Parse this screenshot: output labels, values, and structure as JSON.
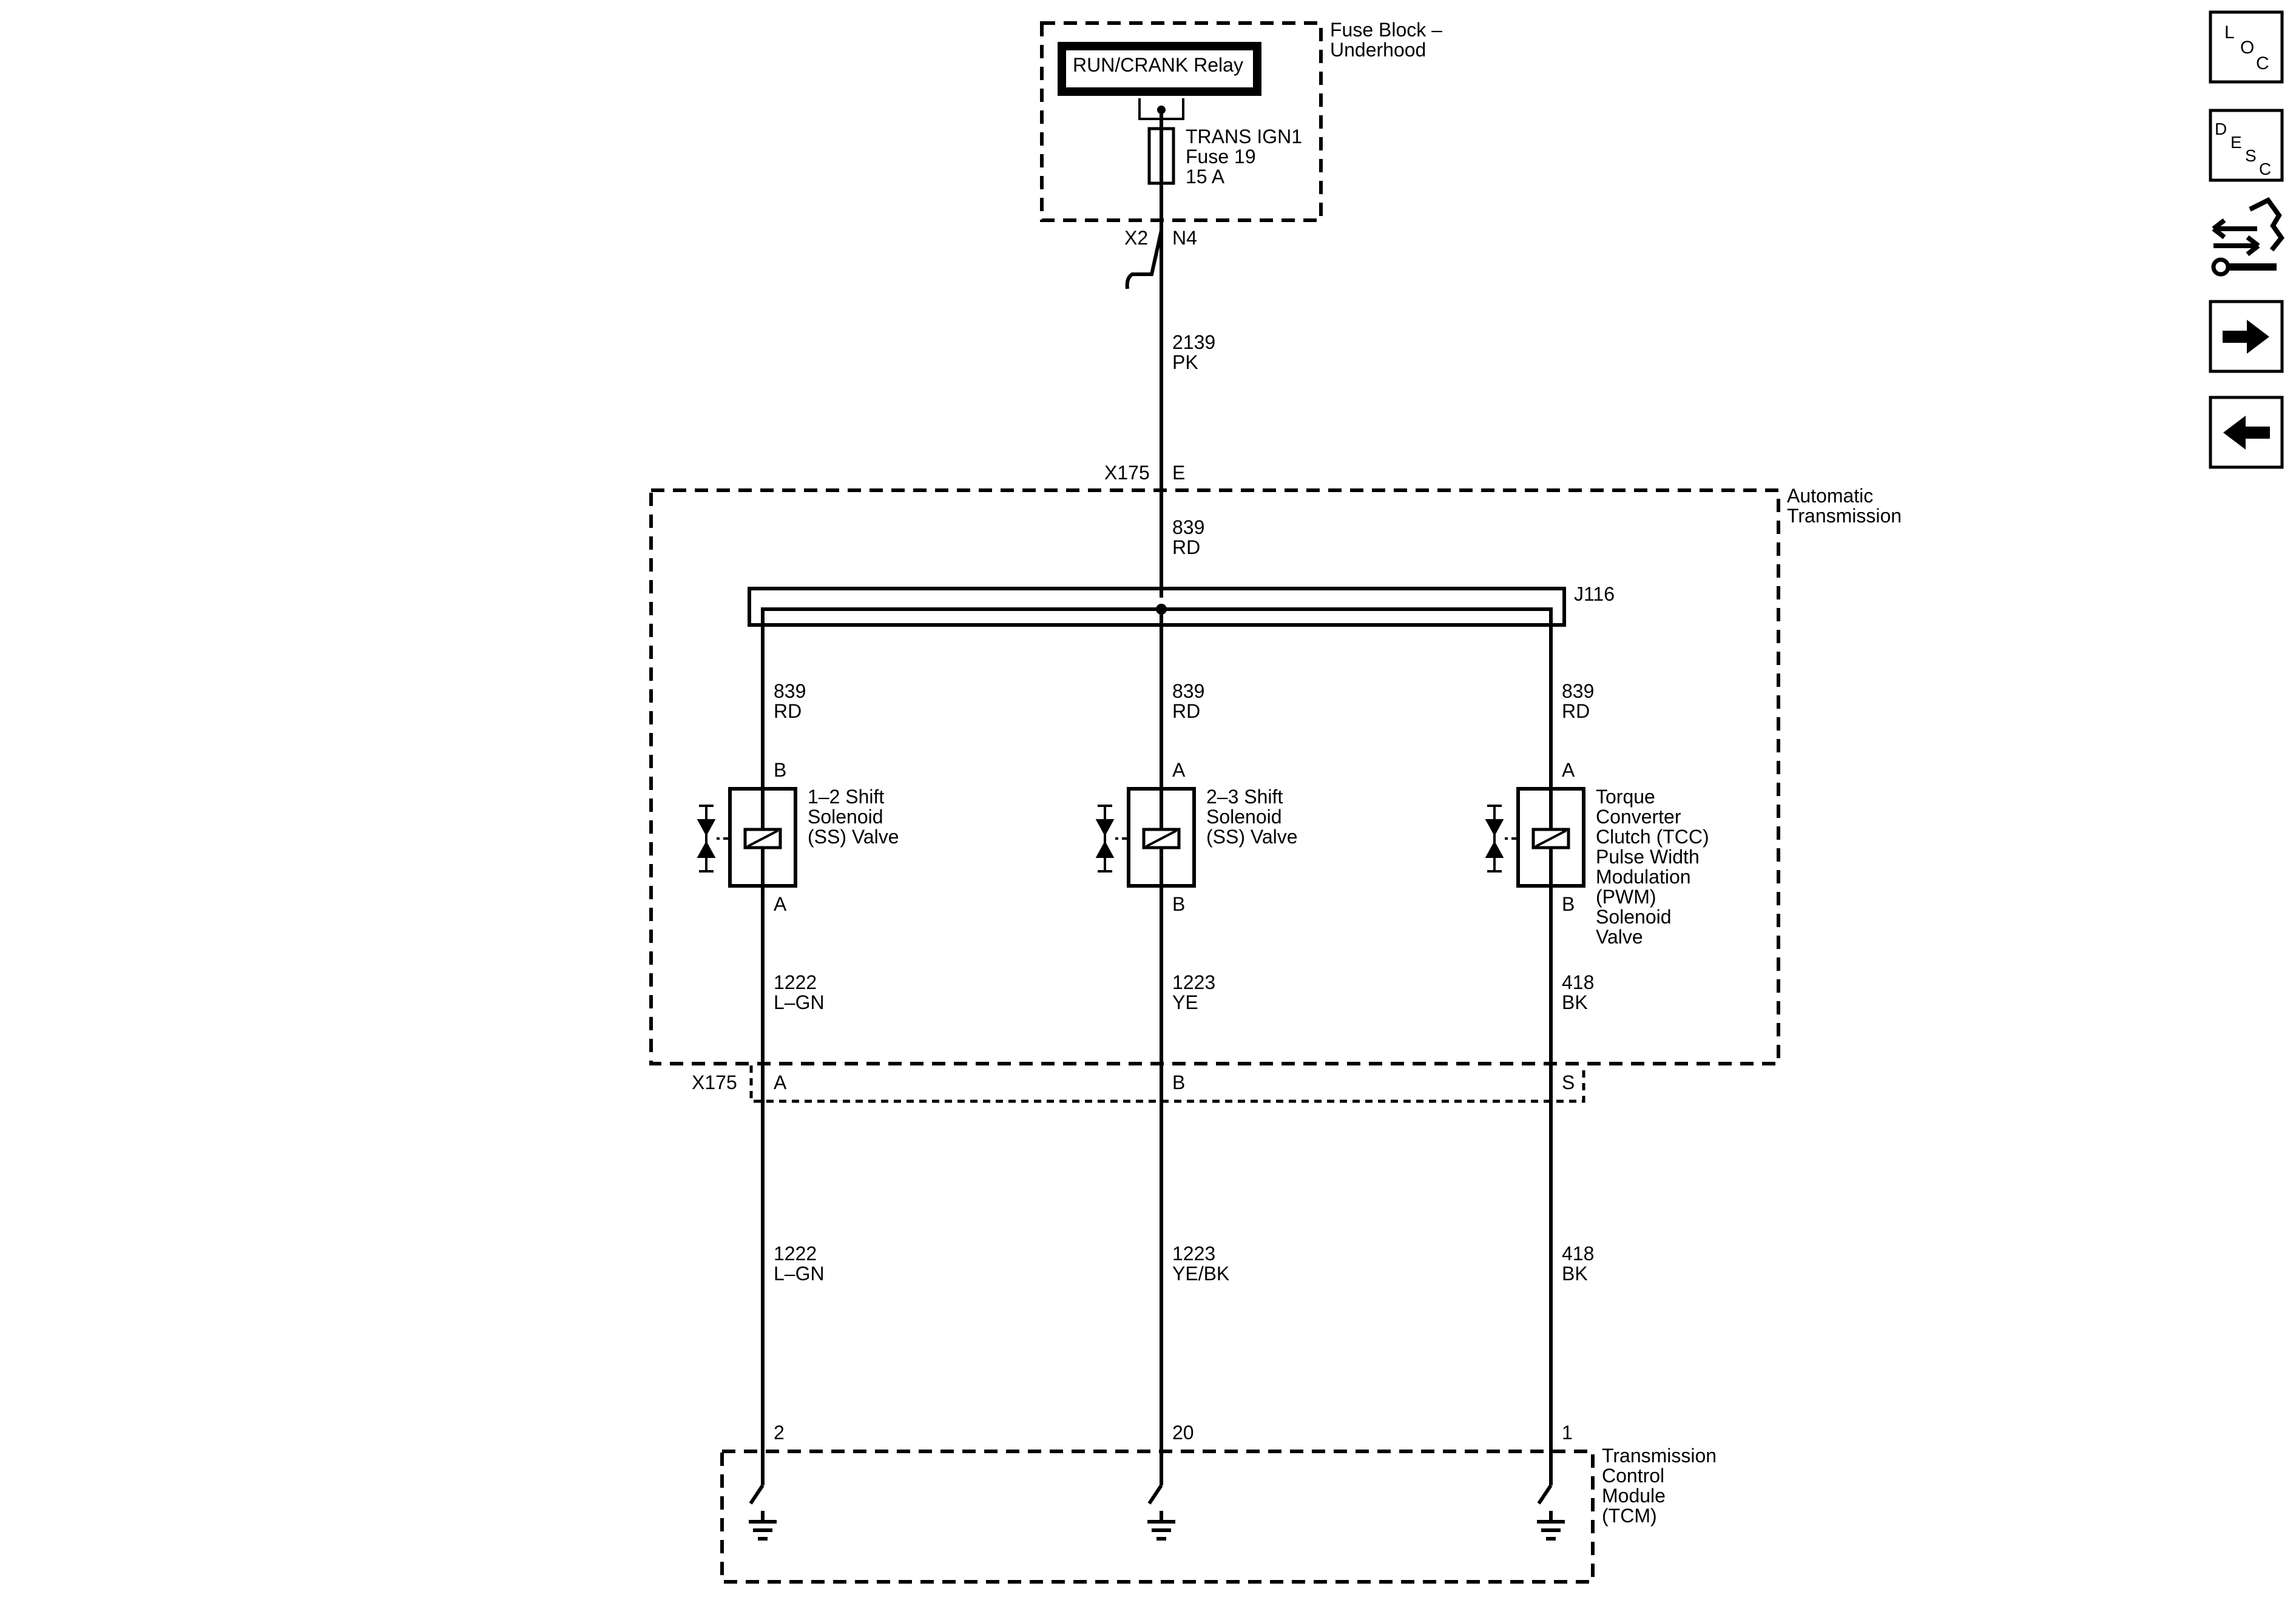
{
  "colors": {
    "line": "#000000",
    "background": "#ffffff"
  },
  "fuse_block": {
    "title": [
      "Fuse Block –",
      "Underhood"
    ],
    "relay_label": "RUN/CRANK Relay",
    "fuse_label": [
      "TRANS IGN1",
      "Fuse 19",
      "15 A"
    ],
    "connector": "X2",
    "pin": "N4"
  },
  "wires": {
    "feed": [
      "2139",
      "PK"
    ],
    "trans_in": [
      "839",
      "RD"
    ],
    "branch_left": [
      "839",
      "RD"
    ],
    "branch_mid": [
      "839",
      "RD"
    ],
    "branch_right": [
      "839",
      "RD"
    ],
    "sol_left_out": [
      "1222",
      "L–GN"
    ],
    "sol_mid_out": [
      "1223",
      "YE"
    ],
    "sol_right_out": [
      "418",
      "BK"
    ],
    "tcm_left": [
      "1222",
      "L–GN"
    ],
    "tcm_mid": [
      "1223",
      "YE/BK"
    ],
    "tcm_right": [
      "418",
      "BK"
    ]
  },
  "connector_top": {
    "name": "X175",
    "pin": "E"
  },
  "splice": "J116",
  "automatic_transmission": {
    "title": [
      "Automatic",
      "Transmission"
    ]
  },
  "solenoids": [
    {
      "label": [
        "1–2 Shift",
        "Solenoid",
        "(SS) Valve"
      ],
      "pin_top": "B",
      "pin_bottom": "A"
    },
    {
      "label": [
        "2–3 Shift",
        "Solenoid",
        "(SS) Valve"
      ],
      "pin_top": "A",
      "pin_bottom": "B"
    },
    {
      "label": [
        "Torque",
        "Converter",
        "Clutch (TCC)",
        "Pulse Width",
        "Modulation",
        "(PWM)",
        "Solenoid",
        "Valve"
      ],
      "pin_top": "A",
      "pin_bottom": "B"
    }
  ],
  "connector_bottom": {
    "name": "X175",
    "pins": [
      "A",
      "B",
      "S"
    ]
  },
  "tcm": {
    "title": [
      "Transmission",
      "Control",
      "Module",
      "(TCM)"
    ],
    "pins": [
      "2",
      "20",
      "1"
    ]
  },
  "nav": {
    "loc": [
      "L",
      "O",
      "C"
    ],
    "desc": [
      "D",
      "E",
      "S",
      "C"
    ],
    "icons": [
      "connector-tools-icon",
      "arrow-right-icon",
      "arrow-left-icon"
    ]
  }
}
